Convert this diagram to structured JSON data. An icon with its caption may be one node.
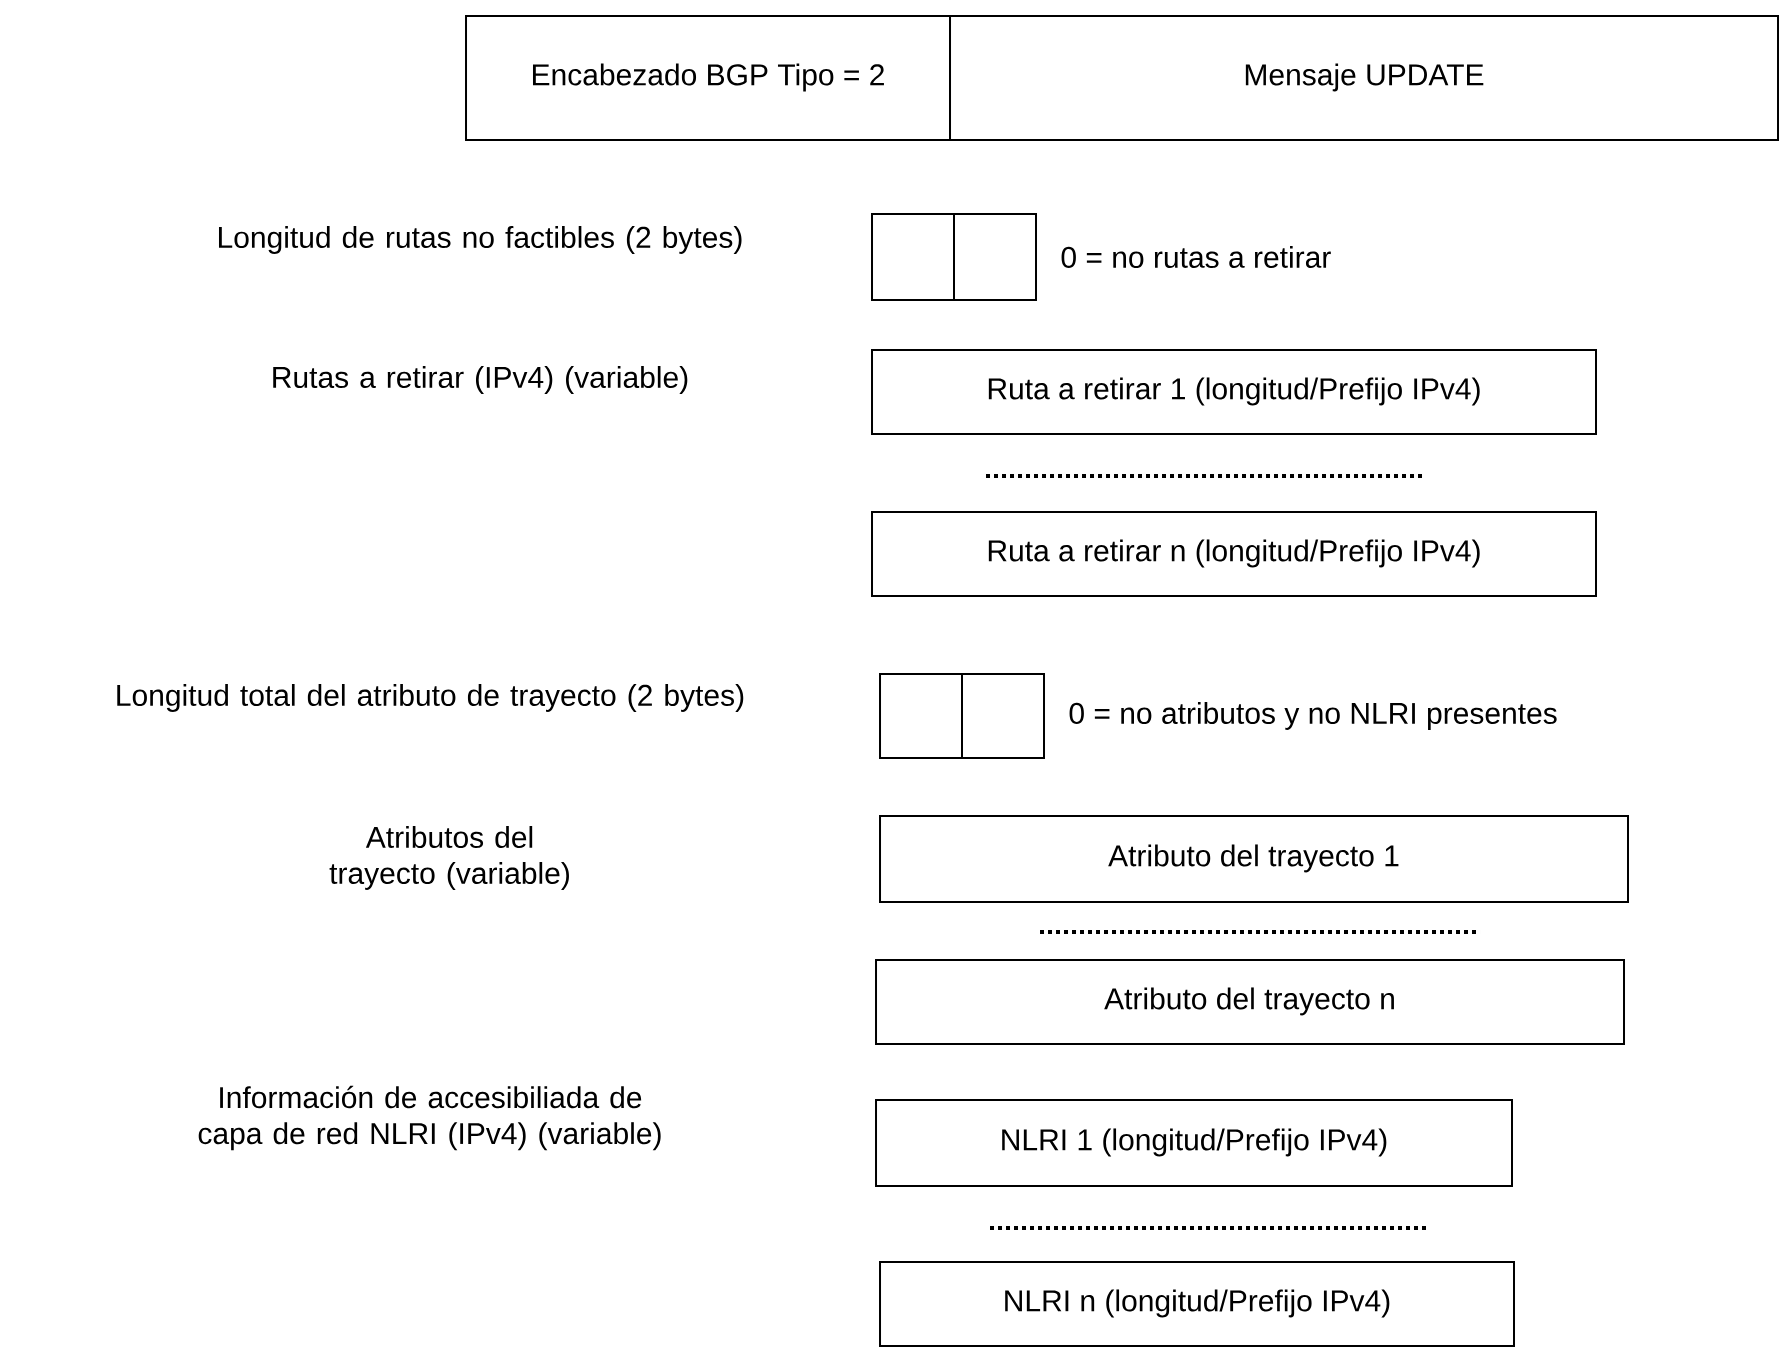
{
  "diagram": {
    "nodes": [
      {
        "text": [
          "Encabezado BGP Tipo = 2"
        ]
      },
      {
        "text": [
          "Mensaje UPDATE"
        ]
      },
      {
        "text": [],
        "shape": "box",
        "beside": [
          "0 = no rutas a retirar"
        ]
      },
      {
        "text": [
          "Ruta a retirar 1 (longitud/Prefijo IPv4)"
        ]
      },
      {
        "text": [
          "Ruta a retirar n (longitud/Prefijo IPv4)"
        ]
      },
      {
        "text": [],
        "shape": "box",
        "beside": [
          "0 = no atributos y no NLRI presentes"
        ]
      },
      {
        "text": [
          "Atributo del trayecto 1"
        ]
      },
      {
        "text": [
          "Atributo del trayecto n"
        ]
      },
      {
        "text": [
          "NLRI 1 (longitud/Prefijo IPv4)"
        ]
      },
      {
        "text": [
          "NLRI n (longitud/Prefijo IPv4)"
        ]
      }
    ],
    "labels": [
      "Longitud de rutas no factibles (2 bytes)",
      "Rutas a retirar (IPv4) (variable)",
      "Longitud total del atributo de trayecto (2 bytes)",
      "Atributos del trayecto (variable)",
      "Información de accesibiliada de capa de red NLRI (IPv4) (variable)"
    ]
  }
}
